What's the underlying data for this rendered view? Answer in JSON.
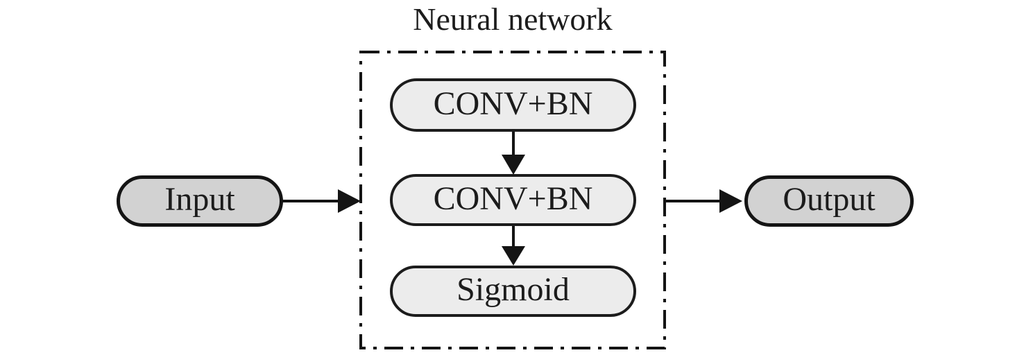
{
  "diagram": {
    "title": "Neural network",
    "nodes": {
      "input": {
        "label": "Input"
      },
      "conv1": {
        "label": "CONV+BN"
      },
      "conv2": {
        "label": "CONV+BN"
      },
      "sigmoid": {
        "label": "Sigmoid"
      },
      "output": {
        "label": "Output"
      }
    },
    "edges": [
      {
        "from": "input",
        "to": "neural-network-box"
      },
      {
        "from": "conv1",
        "to": "conv2"
      },
      {
        "from": "conv2",
        "to": "sigmoid"
      },
      {
        "from": "neural-network-box",
        "to": "output"
      }
    ],
    "colors": {
      "background": "#ffffff",
      "stroke": "#141414",
      "inner_node_fill": "#ececec",
      "io_node_fill": "#d2d2d2",
      "text": "#1c1c1c"
    }
  }
}
